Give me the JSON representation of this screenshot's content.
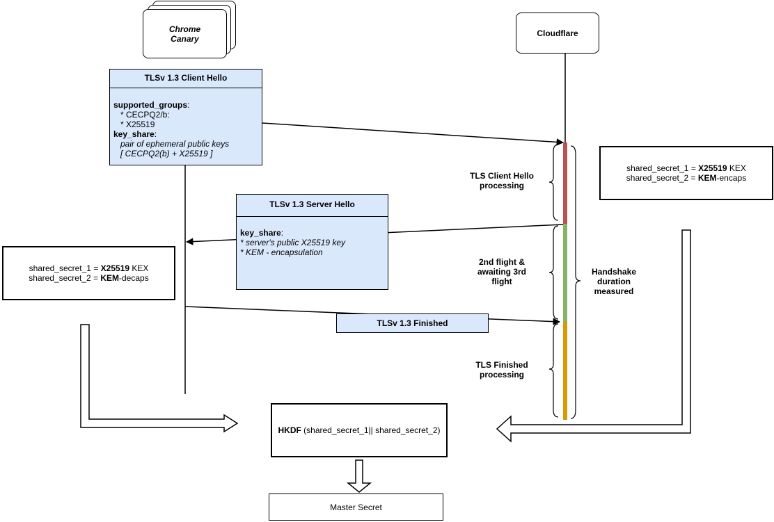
{
  "actors": {
    "client_line1": "Chrome",
    "client_line2": "Canary",
    "server": "Cloudflare"
  },
  "client_hello": {
    "title": "TLSv 1.3 Client Hello",
    "groups_key": "supported_groups",
    "group_1": "* CECPQ2/b:",
    "group_2": "* X25519",
    "key_share_key": "key_share",
    "key_share_line1": "pair of ephemeral public keys",
    "key_share_line2": "[ CECPQ2(b) + X25519 ]"
  },
  "server_hello": {
    "title": "TLSv 1.3 Server Hello",
    "key_share_key": "key_share",
    "line1": "* server's public X25519 key",
    "line2": "* KEM - encapsulation"
  },
  "finished": {
    "title": "TLSv 1.3 Finished"
  },
  "client_secrets": {
    "s1_prefix": "shared_secret_1 = ",
    "s1_bold": "X25519",
    "s1_suffix": " KEX",
    "s2_prefix": "shared_secret_2 = ",
    "s2_bold": "KEM",
    "s2_suffix": "-decaps"
  },
  "server_secrets": {
    "s1_prefix": "shared_secret_1 = ",
    "s1_bold": "X25519",
    "s1_suffix": " KEX",
    "s2_prefix": "shared_secret_2 = ",
    "s2_bold": "KEM",
    "s2_suffix": "-encaps"
  },
  "phases": {
    "client_hello_processing_1": "TLS Client Hello",
    "client_hello_processing_2": "processing",
    "second_flight_1": "2nd flight &",
    "second_flight_2": "awaiting 3rd",
    "second_flight_3": "flight",
    "finished_processing_1": "TLS Finished",
    "finished_processing_2": "processing",
    "handshake_1": "Handshake",
    "handshake_2": "duration",
    "handshake_3": "measured"
  },
  "hkdf": {
    "bold": "HKDF",
    "args": " (shared_secret_1|| shared_secret_2)"
  },
  "master": {
    "label": "Master Secret"
  },
  "colors": {
    "message_fill": "#dae8fc",
    "phase_client_hello": "#b85450",
    "phase_second_flight": "#82b366",
    "phase_finished": "#d79b00"
  }
}
